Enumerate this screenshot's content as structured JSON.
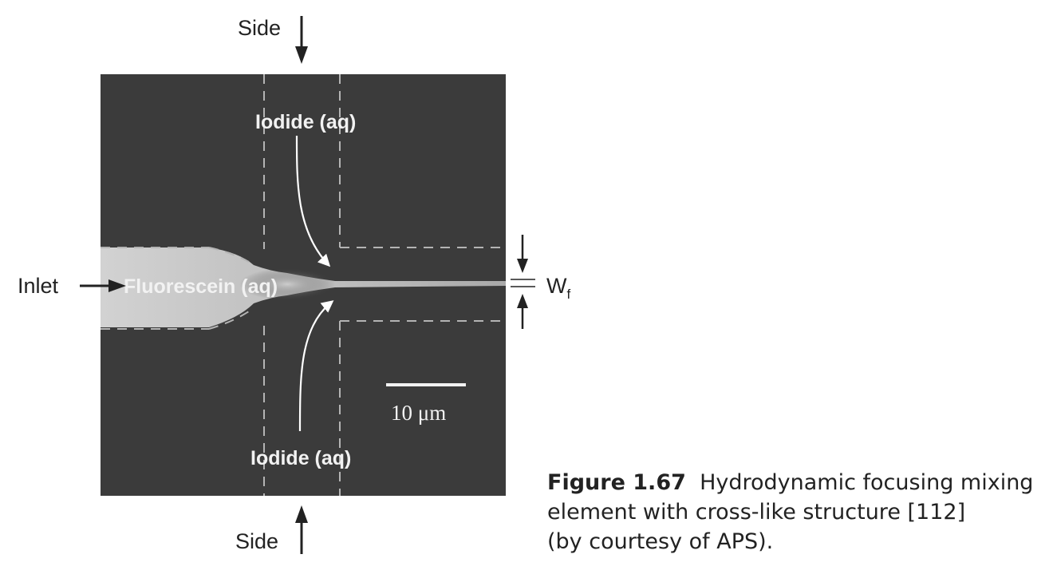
{
  "figure": {
    "labels": {
      "side_top": "Side",
      "side_bottom": "Side",
      "inlet": "Inlet",
      "iodide_top": "Iodide (aq)",
      "iodide_bottom": "Iodide (aq)",
      "fluorescein": "Fluorescein (aq)",
      "width_main": "W",
      "width_sub": "f",
      "scale_bar": "10 μm"
    },
    "colors": {
      "background_panel": "#3b3b3b",
      "channel_dashes": "#b4b4b4",
      "stream": "#d6d6d6",
      "arrows": "#ffffff"
    }
  },
  "caption": {
    "figure_number": "Figure 1.67",
    "line1": "Hydrodynamic focusing mixing",
    "line2": "element with cross-like structure [112]",
    "line3": "(by courtesy of APS)."
  }
}
